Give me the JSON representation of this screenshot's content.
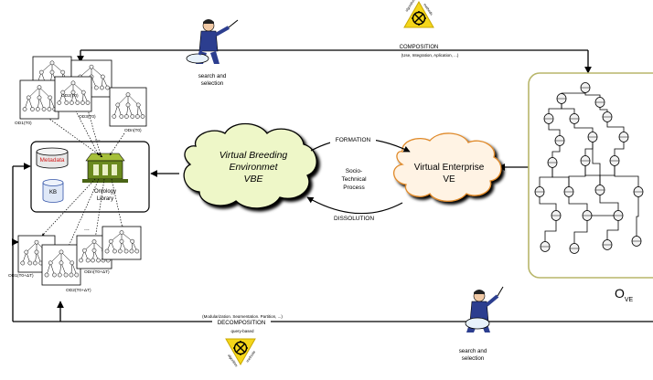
{
  "composition": {
    "label": "COMPOSITION",
    "sub": "(Use, Integration, Aplication, ...)",
    "badge_a": "algorithm",
    "badge_b": "methods"
  },
  "decomposition": {
    "label": "DECOMPOSITION",
    "sub": "(Modularization, Segmentation, Partition, ...)",
    "badge": "query-based",
    "badge_a": "algorithm",
    "badge_b": "methods"
  },
  "search_top": {
    "line1": "search and",
    "line2": "selection"
  },
  "search_bottom": {
    "line1": "search and",
    "line2": "selection"
  },
  "vbe": {
    "line1": "Virtual Breeding",
    "line2": "Environmet",
    "line3": "VBE"
  },
  "ve": {
    "line1": "Virtual Enterprise",
    "line2": "VE"
  },
  "process": {
    "formation": "FORMATION",
    "dissolution": "DISSOLUTION",
    "line1": "Socio-",
    "line2": "Technical",
    "line3": "Process"
  },
  "library": {
    "metadata": "Metadata",
    "kb": "KB",
    "line1": "Ontology",
    "line2": "Library"
  },
  "ontologies_top": [
    "OD1(T0)",
    "OD2(T0)",
    "OD3(T0)",
    "ODn(T0)"
  ],
  "ontologies_bottom": [
    "OD1(T0+ΔT)",
    "OD2(T0+ΔT)",
    "ODn(T0+ΔT)"
  ],
  "ellipsis": "...",
  "ove": {
    "main": "O",
    "sub": "VE"
  },
  "colors": {
    "badge": "#f4d61a",
    "library_green": "#6b8a1f",
    "ove_border": "#b8b66a",
    "metadata_red": "#d21c1c",
    "person_blue": "#2c3e8f"
  }
}
